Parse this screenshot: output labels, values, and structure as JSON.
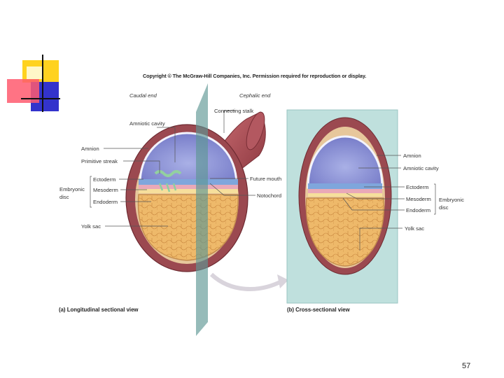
{
  "copyright": "Copyright © The McGraw-Hill Companies, Inc. Permission required for reproduction or display.",
  "labels": {
    "caudal_end": "Caudal end",
    "cephalic_end": "Cephalic end",
    "connecting_stalk": "Connecting stalk",
    "amniotic_cavity_a": "Amniotic cavity",
    "amnion_a": "Amnion",
    "primitive_streak": "Primitive streak",
    "ectoderm_a": "Ectoderm",
    "mesoderm_a": "Mesoderm",
    "endoderm_a": "Endoderm",
    "embryonic_disc_a_1": "Embryonic",
    "embryonic_disc_a_2": "disc",
    "yolk_sac_a": "Yolk sac",
    "future_mouth": "Future mouth",
    "notochord": "Notochord",
    "amnion_b": "Amnion",
    "amniotic_cavity_b": "Amniotic cavity",
    "ectoderm_b": "Ectoderm",
    "mesoderm_b": "Mesoderm",
    "endoderm_b": "Endoderm",
    "embryonic_disc_b_1": "Embryonic",
    "embryonic_disc_b_2": "disc",
    "yolk_sac_b": "Yolk sac"
  },
  "captions": {
    "a": "(a) Longitudinal sectional view",
    "b": "(b) Cross-sectional view"
  },
  "page_number": "57"
}
